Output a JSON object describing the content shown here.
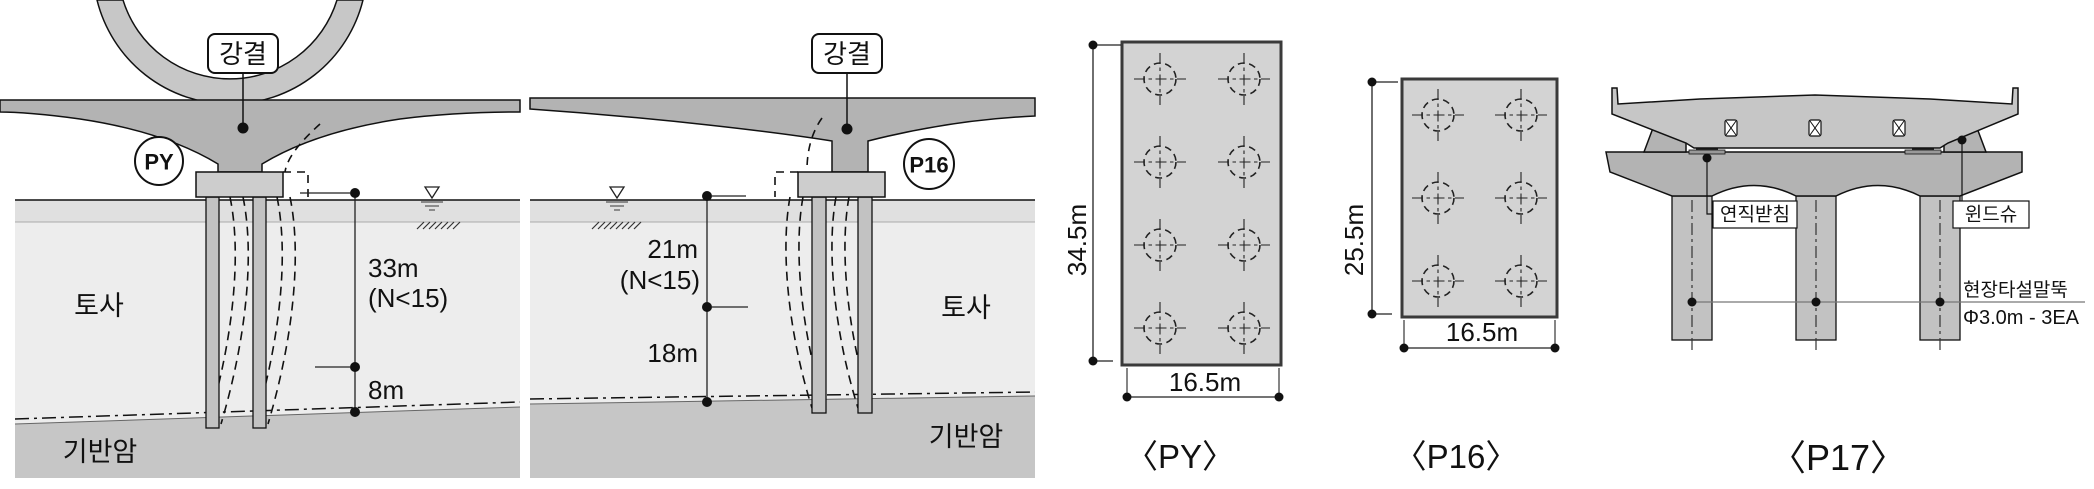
{
  "figure": {
    "py_section": {
      "rigid_joint_label": "강결",
      "pier_id": "PY",
      "soil_label": "토사",
      "bedrock_label": "기반암",
      "soil_depth": "33m",
      "soil_condition": "(N<15)",
      "socket_depth": "8m"
    },
    "p16_section": {
      "rigid_joint_label": "강결",
      "pier_id": "P16",
      "soil_label": "토사",
      "bedrock_label": "기반암",
      "soil_depth": "21m",
      "soil_condition": "(N<15)",
      "lower_depth": "18m"
    },
    "py_plan": {
      "length_dim": "34.5m",
      "width_dim": "16.5m",
      "caption": "〈PY〉",
      "piles": {
        "rows": 4,
        "cols": 2,
        "count": 8
      }
    },
    "p16_plan": {
      "length_dim": "25.5m",
      "width_dim": "16.5m",
      "caption": "〈P16〉",
      "piles": {
        "rows": 3,
        "cols": 2,
        "count": 6
      }
    },
    "p17_elevation": {
      "caption": "〈P17〉",
      "bearing_label": "연직받침",
      "wind_shoe_label": "윈드슈",
      "pile_note_line1": "현장타설말뚝",
      "pile_note_line2": "Φ3.0m - 3EA",
      "pile_count": 3
    }
  },
  "colors": {
    "girder": "#b3b3b3",
    "arch_rib": "#c7c7c7",
    "pile_cap": "#cdcdcd",
    "pile": "#c2c2c2",
    "water_band": "#e0e0e0",
    "soil": "#ededed",
    "bedrock": "#c6c6c6",
    "footing_plan": "#d3d3d3",
    "deck": "#c6c6c6",
    "line": "#111111"
  }
}
